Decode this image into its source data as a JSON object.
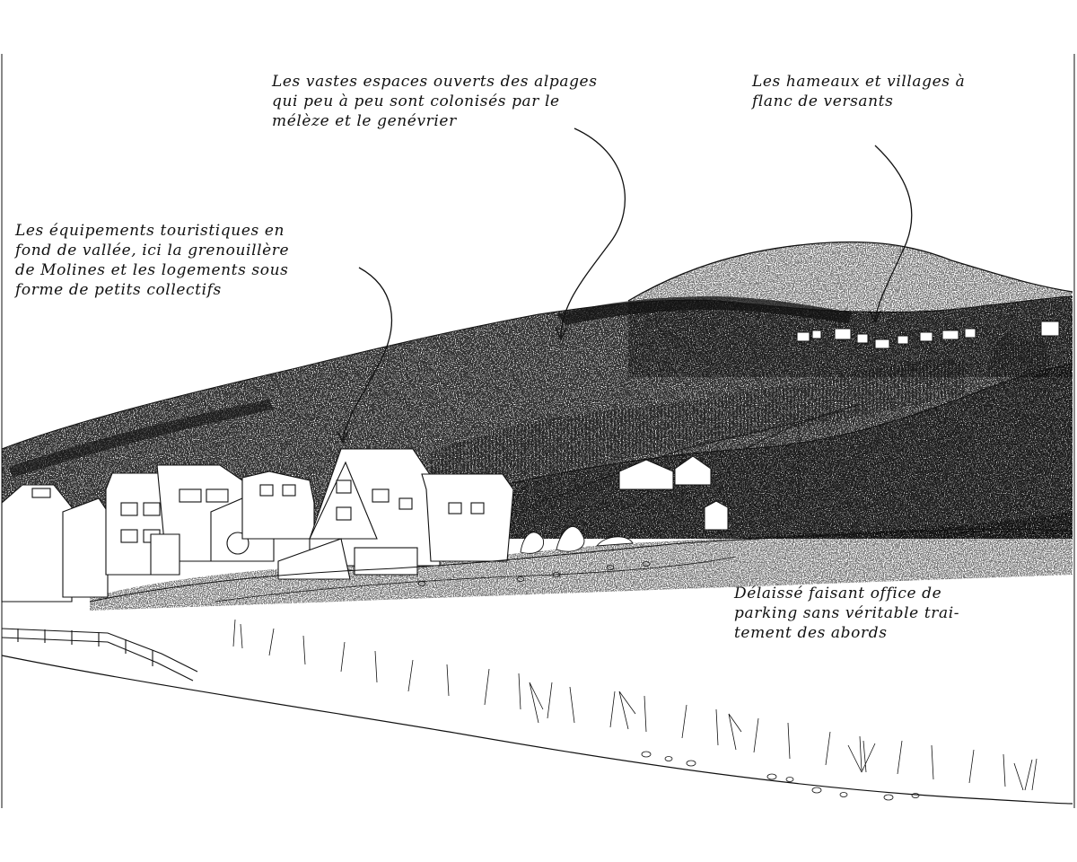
{
  "annotations": {
    "alpages": {
      "lines": [
        "Les vastes espaces ouverts des alpages",
        "qui peu à peu sont colonisés par le",
        "mélèze et le genévrier"
      ]
    },
    "hameaux": {
      "lines": [
        "Les hameaux et villages à",
        "flanc de versants"
      ]
    },
    "equipements": {
      "lines": [
        "Les équipements touristiques en",
        "fond de vallée, ici la grenouillère",
        "de Molines et les logements sous",
        "forme de petits collectifs"
      ]
    },
    "delaisse": {
      "lines": [
        "Délaissé faisant office de",
        "parking sans véritable trai-",
        "tement des abords"
      ]
    }
  },
  "colors": {
    "ink": "#111111",
    "paper": "#ffffff"
  }
}
